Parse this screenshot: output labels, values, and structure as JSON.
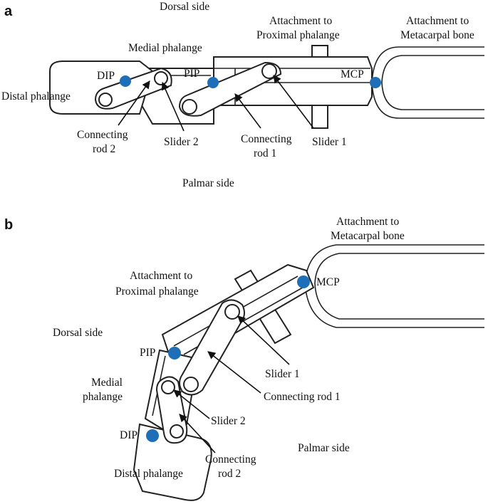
{
  "colors": {
    "joint": "#1f6fb8",
    "stroke": "#222222",
    "text": "#111111"
  },
  "panel_a": {
    "letter": "a",
    "dorsal": "Dorsal side",
    "attach_proximal": [
      "Attachment to",
      "Proximal phalange"
    ],
    "attach_metacarpal": [
      "Attachment to",
      "Metacarpal bone"
    ],
    "medial": "Medial phalange",
    "dip": "DIP",
    "pip": "PIP",
    "mcp": "MCP",
    "distal": "Distal phalange",
    "rod2": [
      "Connecting",
      "rod 2"
    ],
    "slider2": "Slider 2",
    "rod1": [
      "Connecting",
      "rod 1"
    ],
    "slider1": "Slider 1",
    "palmar": "Palmar side"
  },
  "panel_b": {
    "letter": "b",
    "attach_metacarpal": [
      "Attachment to",
      "Metacarpal bone"
    ],
    "attach_proximal": [
      "Attachment to",
      "Proximal phalange"
    ],
    "mcp": "MCP",
    "dorsal": "Dorsal side",
    "pip": "PIP",
    "slider1": "Slider 1",
    "medial": [
      "Medial",
      "phalange"
    ],
    "rod1": "Connecting rod 1",
    "slider2": "Slider 2",
    "dip": "DIP",
    "rod2": [
      "Connecting",
      "rod 2"
    ],
    "palmar": "Palmar side",
    "distal": "Distal phalange"
  }
}
